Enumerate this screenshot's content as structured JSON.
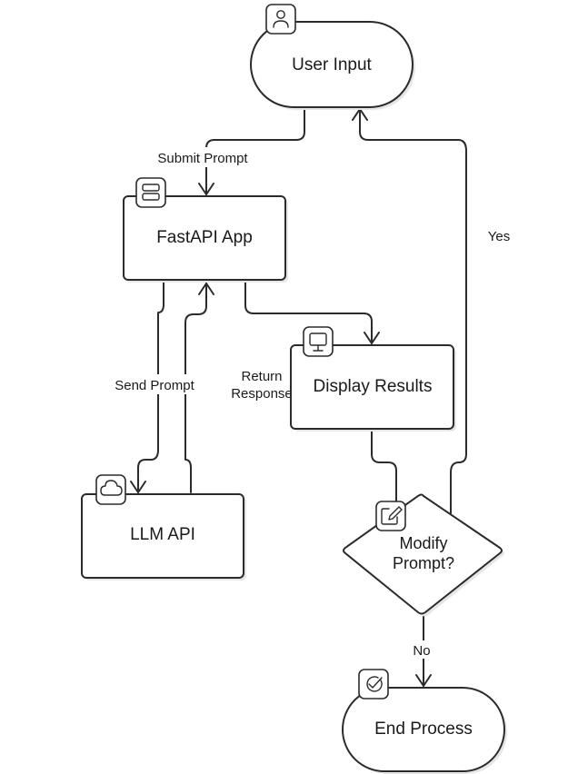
{
  "nodes": {
    "user_input": {
      "label": "User Input",
      "icon": "user-icon"
    },
    "fastapi_app": {
      "label": "FastAPI App",
      "icon": "server-icon"
    },
    "display_results": {
      "label": "Display Results",
      "icon": "monitor-icon"
    },
    "llm_api": {
      "label": "LLM API",
      "icon": "cloud-icon"
    },
    "modify_prompt": {
      "label_line1": "Modify",
      "label_line2": "Prompt?",
      "icon": "edit-icon"
    },
    "end_process": {
      "label": "End Process",
      "icon": "check-circle-icon"
    }
  },
  "edges": {
    "submit_prompt": "Submit Prompt",
    "send_prompt": "Send Prompt",
    "return_response_line1": "Return",
    "return_response_line2": "Response",
    "yes": "Yes",
    "no": "No"
  }
}
